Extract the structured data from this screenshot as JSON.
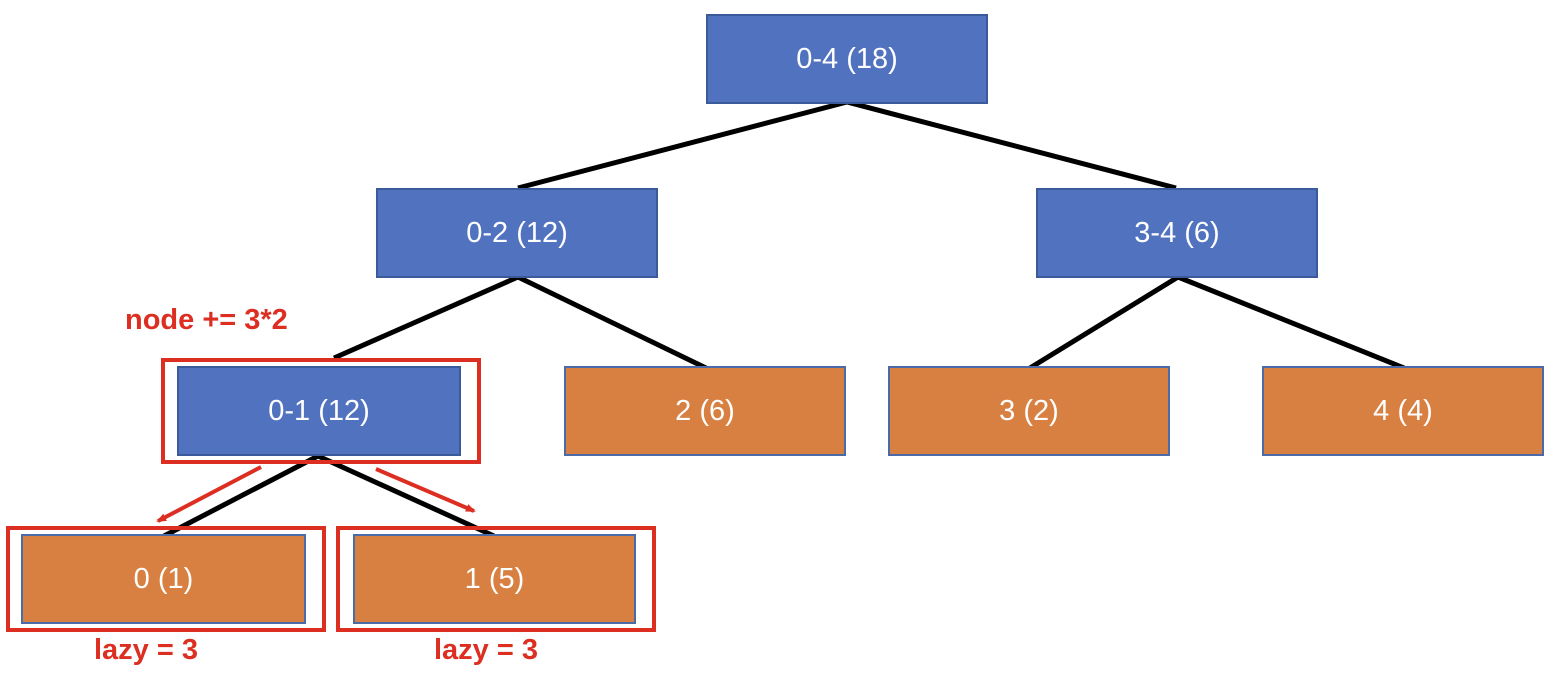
{
  "colors": {
    "internal_node": "#5172bf",
    "leaf_node": "#d88041",
    "edge": "#000000",
    "highlight": "#dc2f22",
    "node_text": "#ffffff"
  },
  "nodes": {
    "root": "0-4 (18)",
    "range_0_2": "0-2 (12)",
    "range_3_4": "3-4 (6)",
    "range_0_1": "0-1 (12)",
    "leaf_2": "2 (6)",
    "leaf_3": "3 (2)",
    "leaf_4": "4 (4)",
    "leaf_0": "0 (1)",
    "leaf_1": "1 (5)"
  },
  "annotations": {
    "update": "node += 3*2",
    "lazy_left": "lazy = 3",
    "lazy_right": "lazy = 3"
  }
}
